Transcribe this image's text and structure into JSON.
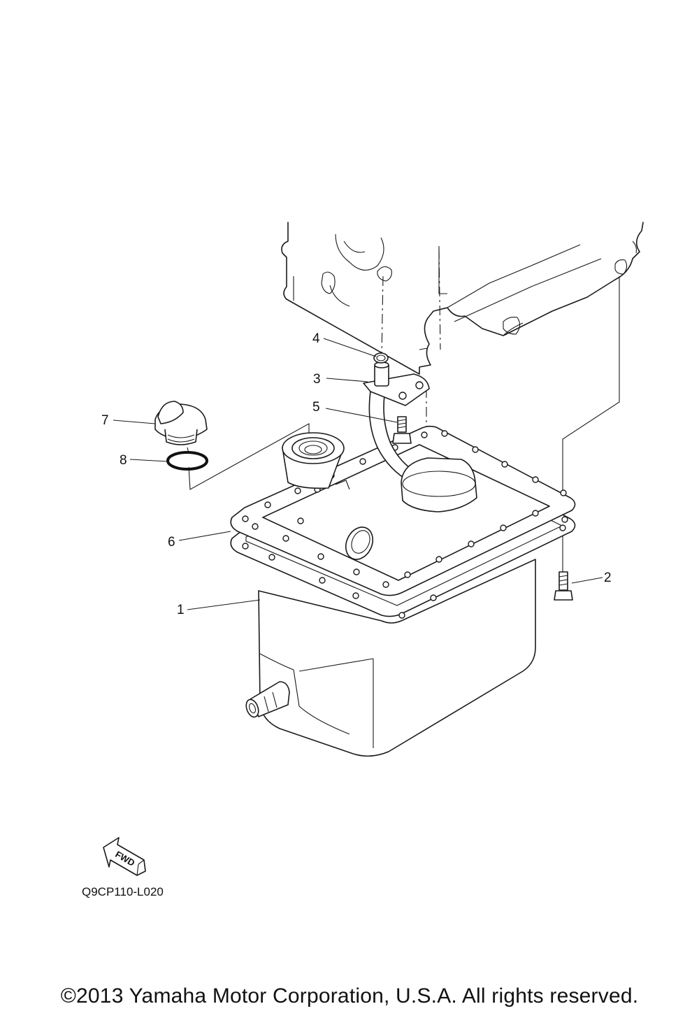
{
  "callouts": [
    {
      "id": "1",
      "label": "1"
    },
    {
      "id": "2",
      "label": "2"
    },
    {
      "id": "3",
      "label": "3"
    },
    {
      "id": "4",
      "label": "4"
    },
    {
      "id": "5",
      "label": "5"
    },
    {
      "id": "6",
      "label": "6"
    },
    {
      "id": "7",
      "label": "7"
    },
    {
      "id": "8",
      "label": "8"
    }
  ],
  "fwd_label": "FWD",
  "diagram_code": "Q9CP110-L020",
  "copyright": "©2013 Yamaha Motor Corporation, U.S.A. All rights reserved."
}
